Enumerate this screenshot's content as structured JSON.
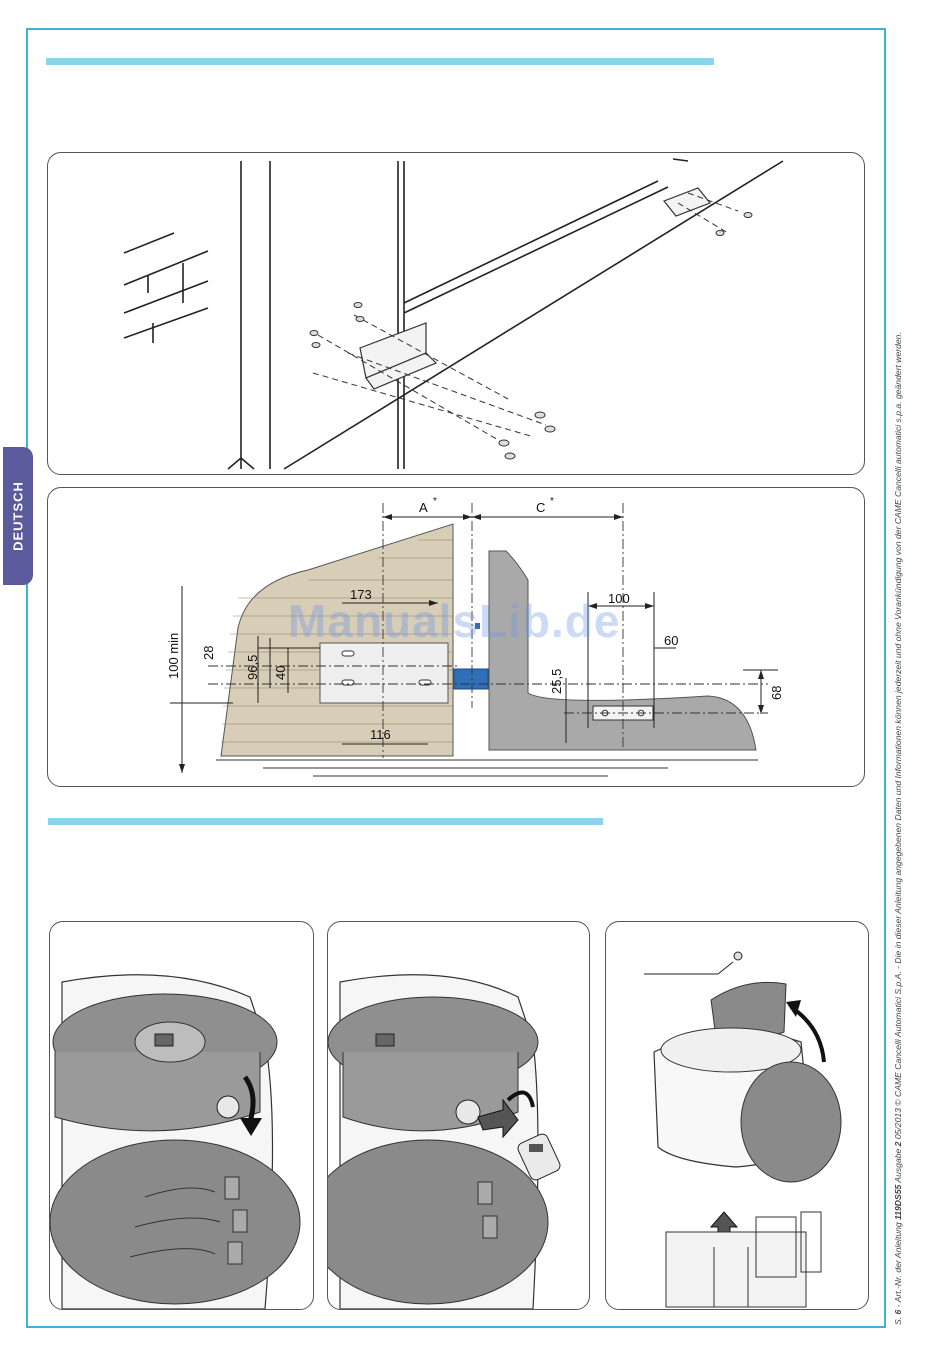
{
  "language_tab": "DEUTSCH",
  "side_note": {
    "page_prefix": "S. ",
    "page_number": "6",
    "text_a": " - Art.-Nr. der Anleitung ",
    "manual_code": "119DS55",
    "text_b": " Ausgabe ",
    "edition": "2",
    "text_c": " 05/2013 © CAME Cancelli Automatici S.p.A.  - Die in dieser Anleitung angegebenen Daten und Informationen können jederzeit und ohne Vorankündigung von der CAME Cancelli automatici s.p.a. geändert werden."
  },
  "watermark": "ManualsLib.de",
  "dimensions": {
    "a_label": "A",
    "c_label": "C",
    "asterisk": "*",
    "d173": "173",
    "d100": "100",
    "d60": "60",
    "d100min": "100 min",
    "d28": "28",
    "d96_5": "96,5",
    "d40": "40",
    "d25_5": "25,5",
    "d68": "68",
    "d116": "116"
  },
  "colors": {
    "frame": "#37b6d6",
    "rule": "#8dd3ee",
    "tab": "#5b5a9c",
    "blue_block": "#2f6fb8",
    "brick": "#d8cdb6",
    "ground": "#a9a9a9"
  }
}
